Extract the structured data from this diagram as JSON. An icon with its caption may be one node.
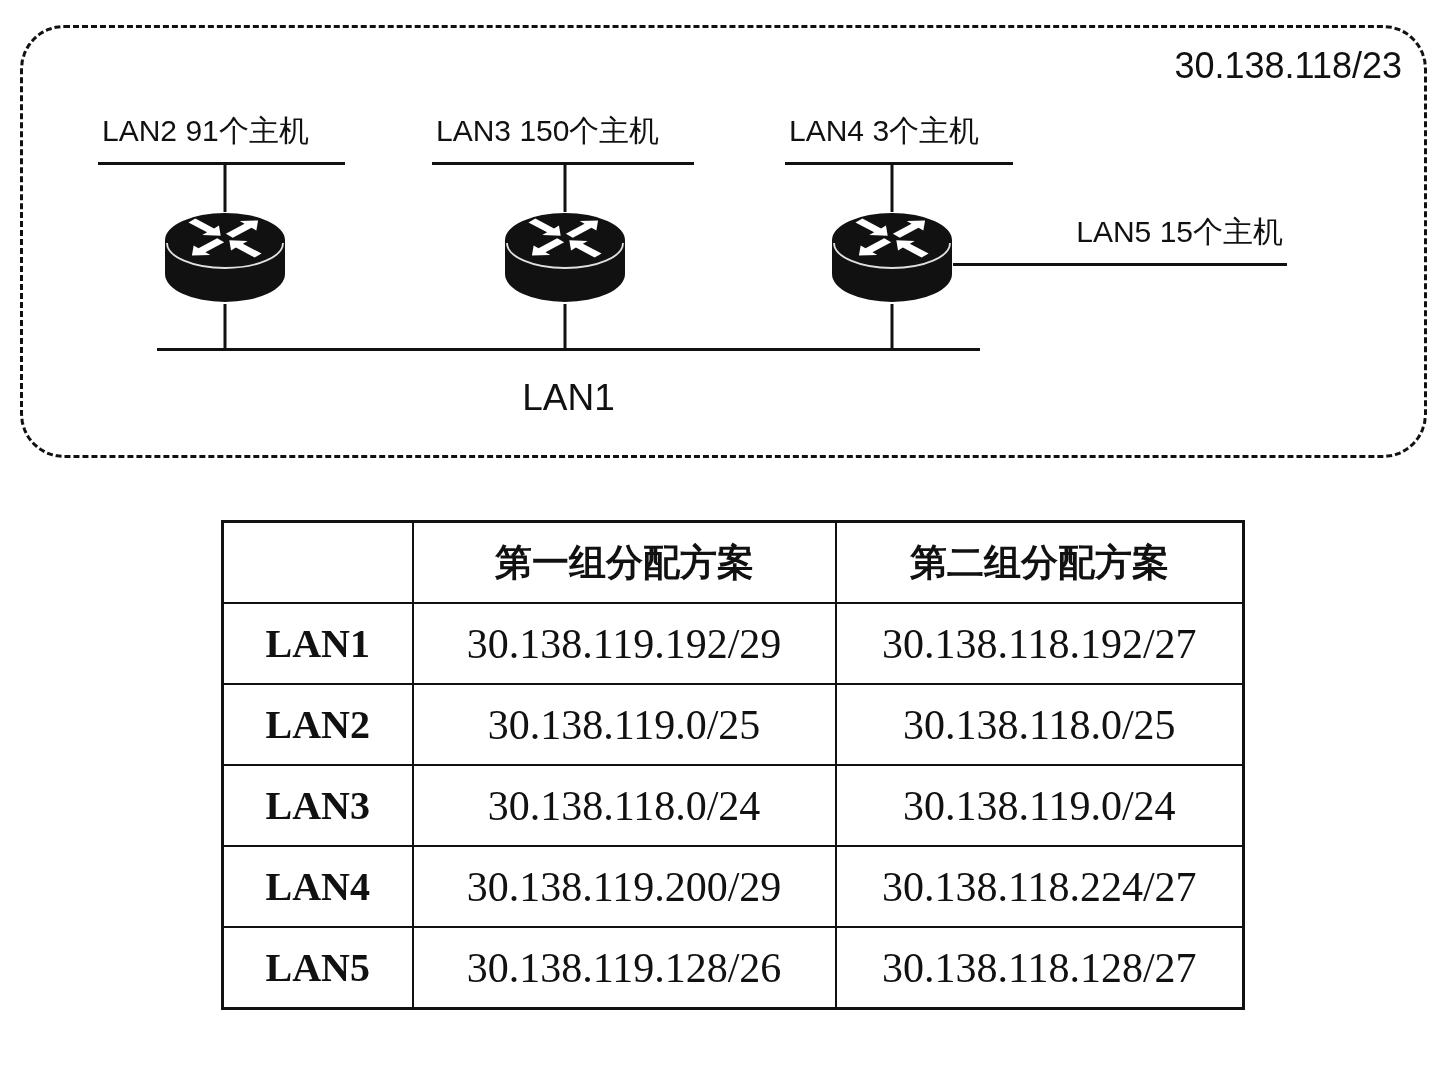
{
  "diagram": {
    "nodes": [
      {
        "text": [
          "30.138.118/23"
        ]
      },
      {
        "text": [
          "LAN2 91个主机"
        ],
        "in": 0
      },
      {
        "text": [
          "LAN3 150个主机"
        ],
        "in": 0
      },
      {
        "text": [
          "LAN4 3个主机"
        ],
        "in": 0
      },
      {
        "text": [],
        "shape": "cylinder",
        "in": 0
      },
      {
        "text": [],
        "shape": "cylinder",
        "in": 0
      },
      {
        "text": [],
        "shape": "cylinder",
        "in": 0
      },
      {
        "text": [
          "LAN5 15个主机"
        ],
        "in": 0
      },
      {
        "text": [
          "LAN1"
        ],
        "in": 0
      }
    ],
    "edges": [
      {
        "from": 1,
        "to": 4,
        "arrow": "none"
      },
      {
        "from": 2,
        "to": 5,
        "arrow": "none"
      },
      {
        "from": 3,
        "to": 6,
        "arrow": "none"
      },
      {
        "from": 6,
        "to": 7,
        "arrow": "none"
      },
      {
        "from": 4,
        "to": 8,
        "arrow": "none"
      },
      {
        "from": 5,
        "to": 8,
        "arrow": "none"
      },
      {
        "from": 6,
        "to": 8,
        "arrow": "none"
      }
    ],
    "labels": [
      "第一组分配方案",
      "第二组分配方案",
      "LAN1",
      "30.138.119.192/29",
      "30.138.118.192/27",
      "LAN2",
      "30.138.119.0/25",
      "30.138.118.0/25",
      "LAN3",
      "30.138.118.0/24",
      "30.138.119.0/24",
      "LAN4",
      "30.138.119.200/29",
      "30.138.118.224/27",
      "LAN5",
      "30.138.119.128/26",
      "30.138.118.128/27"
    ]
  }
}
